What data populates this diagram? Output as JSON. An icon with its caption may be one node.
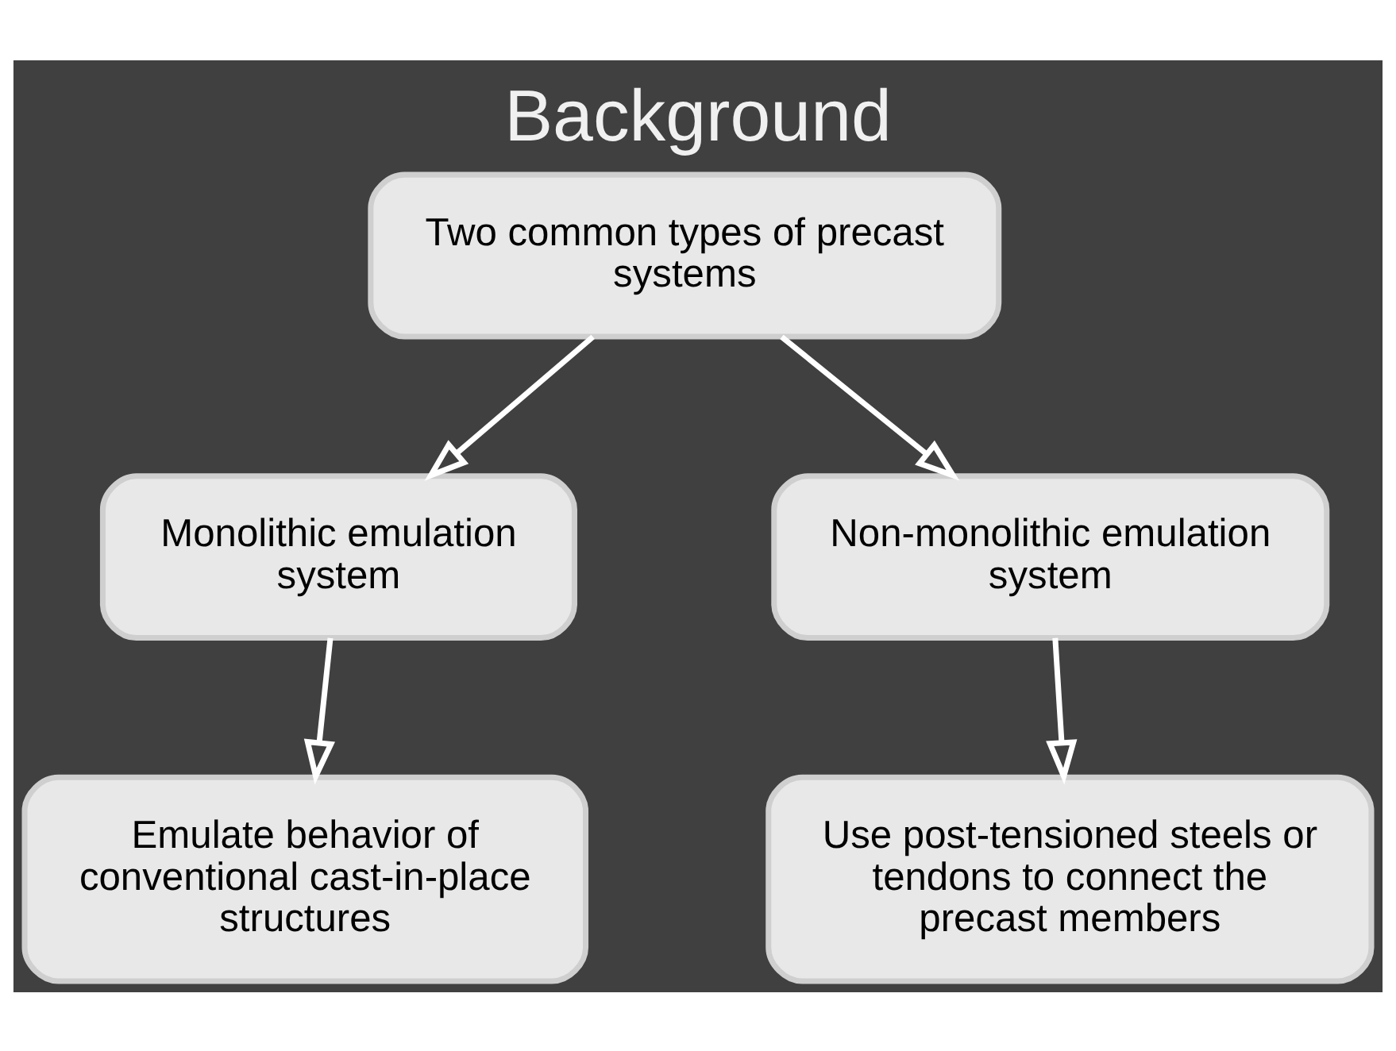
{
  "diagram": {
    "title": "Background",
    "nodes": [
      {
        "text": [
          "Two common types of precast systems"
        ]
      },
      {
        "text": [
          "Monolithic emulation system"
        ]
      },
      {
        "text": [
          "Non-monolithic emulation system"
        ]
      },
      {
        "text": [
          "Emulate behavior of conventional cast-in-place structures"
        ]
      },
      {
        "text": [
          "Use post-tensioned steels or tendons to connect the precast members"
        ]
      }
    ],
    "edges": [
      {
        "from": 0,
        "to": 1,
        "arrow": "to"
      },
      {
        "from": 0,
        "to": 2,
        "arrow": "to"
      },
      {
        "from": 1,
        "to": 3,
        "arrow": "to"
      },
      {
        "from": 2,
        "to": 4,
        "arrow": "to"
      }
    ]
  }
}
